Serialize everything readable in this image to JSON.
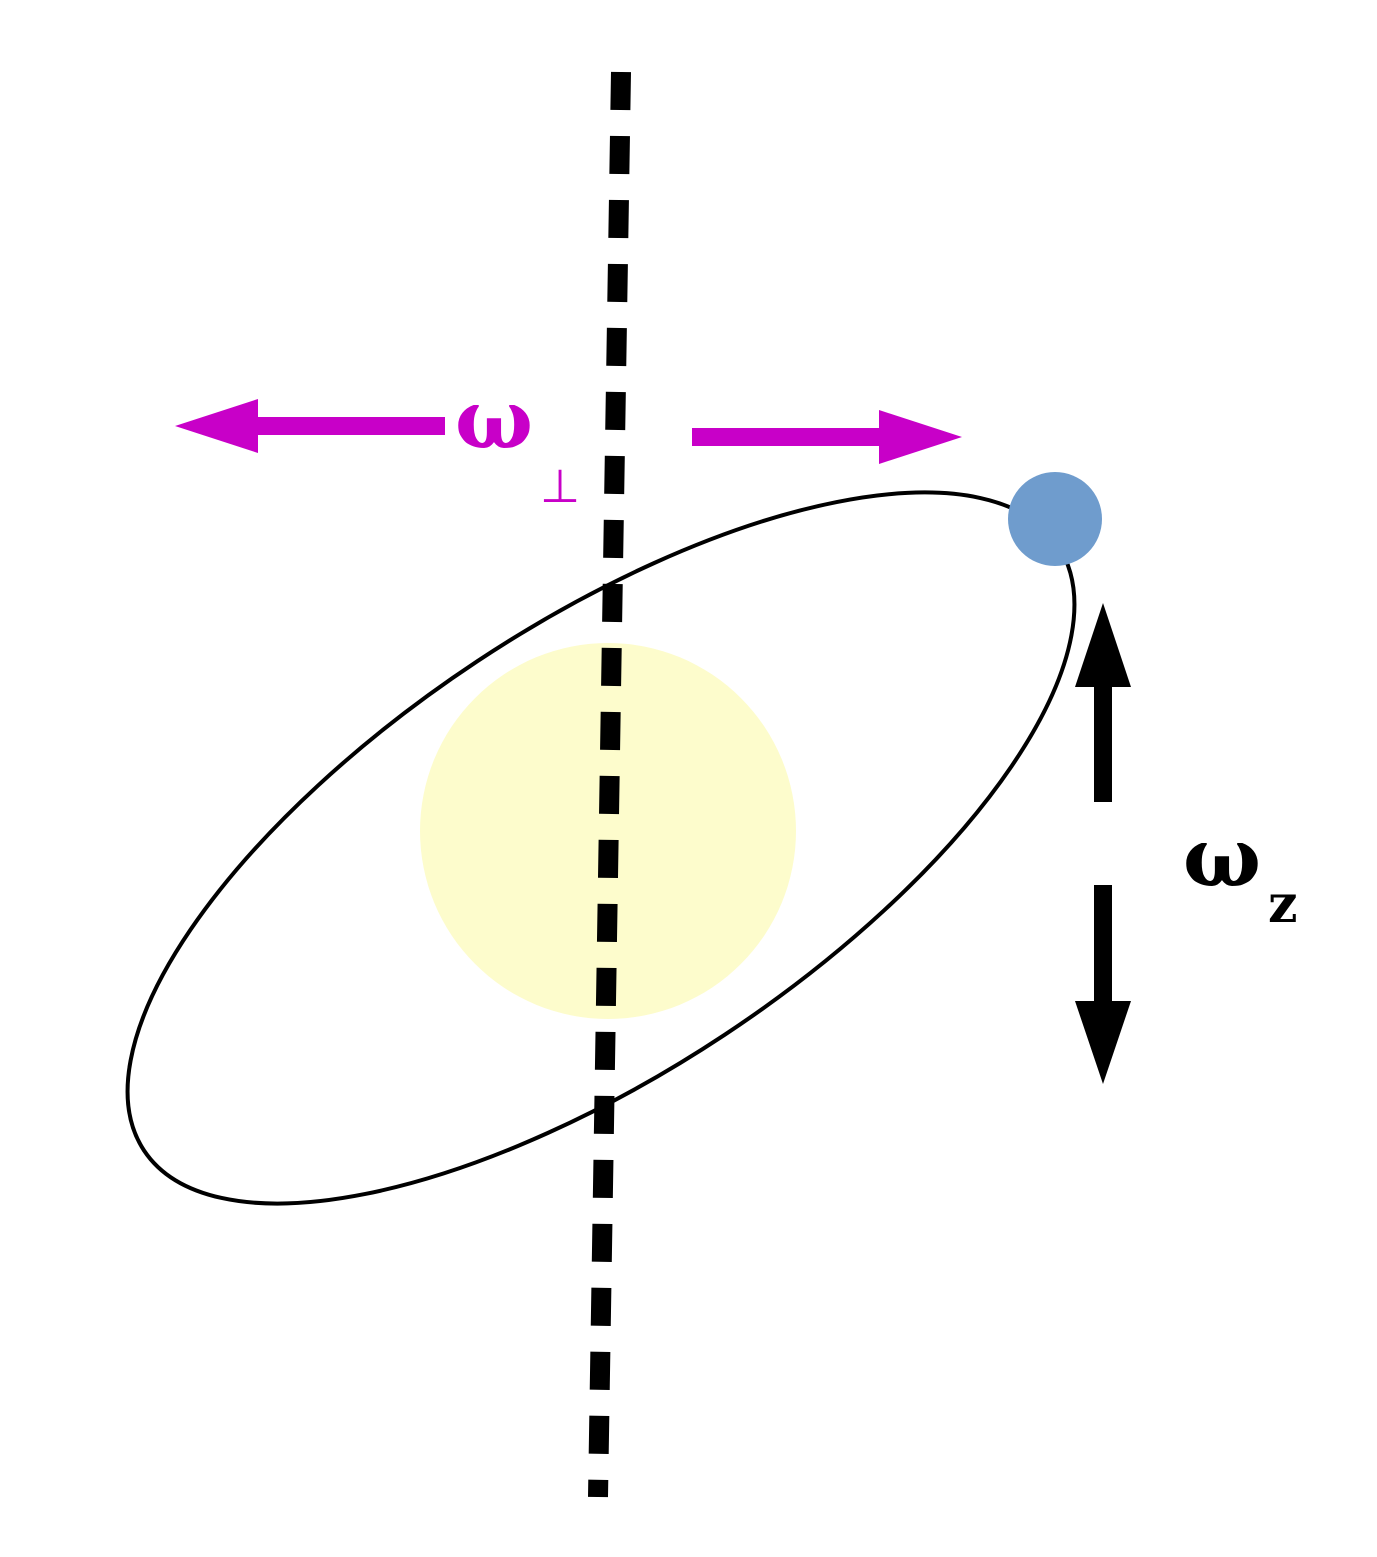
{
  "labels": {
    "omega_perp": {
      "symbol": "ω",
      "subscript": "⊥"
    },
    "omega_z": {
      "symbol": "ω",
      "subscript": "z"
    }
  },
  "colors": {
    "background": "#ffffff",
    "axis": "#000000",
    "orbit": "#000000",
    "central_body": "#fdfccc",
    "orbiting_body": "#6f9ccd",
    "perp_arrows": "#c800c8",
    "z_arrows": "#000000"
  },
  "elements": {
    "rotation_axis": "dashed-axis",
    "orbit": "ellipse-orbit",
    "central_body": "yellow-star",
    "orbiting_body": "blue-planet"
  }
}
